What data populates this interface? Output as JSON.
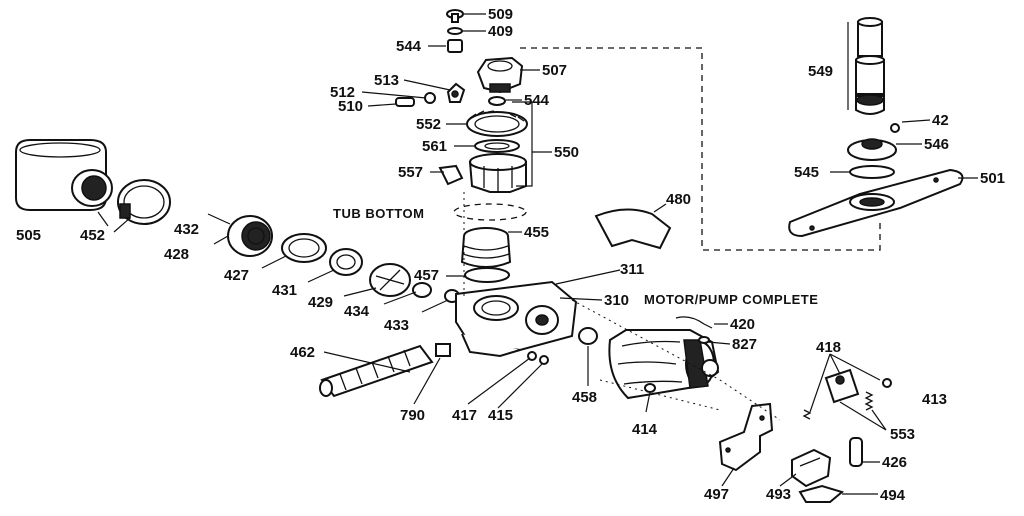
{
  "captions": {
    "tub_bottom": "TUB BOTTOM",
    "motor_pump": "MOTOR/PUMP COMPLETE"
  },
  "part_numbers": {
    "p509": "509",
    "p409": "409",
    "p544a": "544",
    "p507": "507",
    "p513": "513",
    "p512": "512",
    "p510": "510",
    "p544b": "544",
    "p552": "552",
    "p561": "561",
    "p550": "550",
    "p557": "557",
    "p549": "549",
    "p42": "42",
    "p546": "546",
    "p545": "545",
    "p501": "501",
    "p505": "505",
    "p452": "452",
    "p432": "432",
    "p428": "428",
    "p427": "427",
    "p431": "431",
    "p429": "429",
    "p434": "434",
    "p433": "433",
    "p455": "455",
    "p480": "480",
    "p457": "457",
    "p311": "311",
    "p310": "310",
    "p420": "420",
    "p827": "827",
    "p462": "462",
    "p790": "790",
    "p417": "417",
    "p415": "415",
    "p458": "458",
    "p414": "414",
    "p418": "418",
    "p413": "413",
    "p553": "553",
    "p426": "426",
    "p497": "497",
    "p493": "493",
    "p494": "494"
  }
}
